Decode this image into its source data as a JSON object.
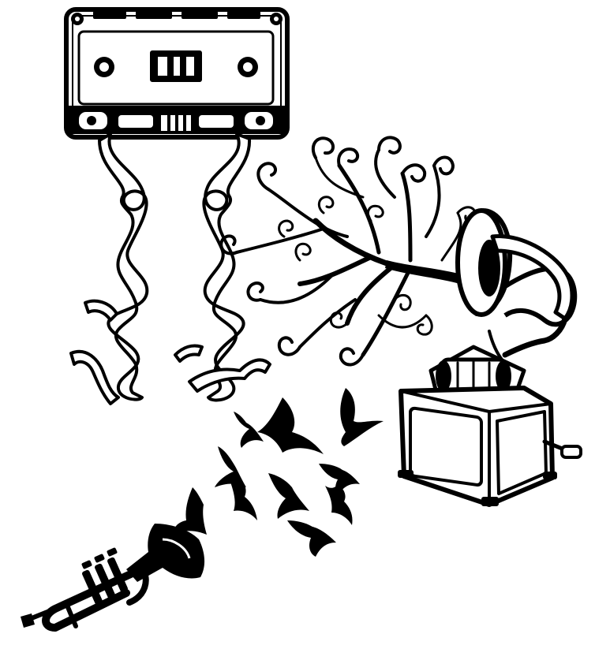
{
  "illustration": {
    "background": "#ffffff",
    "ink": "#000000",
    "elements": [
      "cassette-tape-icon",
      "unspooled-tape-ribbon",
      "phonograph-icon",
      "swirling-branches",
      "flying-birds",
      "trumpet-icon"
    ]
  }
}
